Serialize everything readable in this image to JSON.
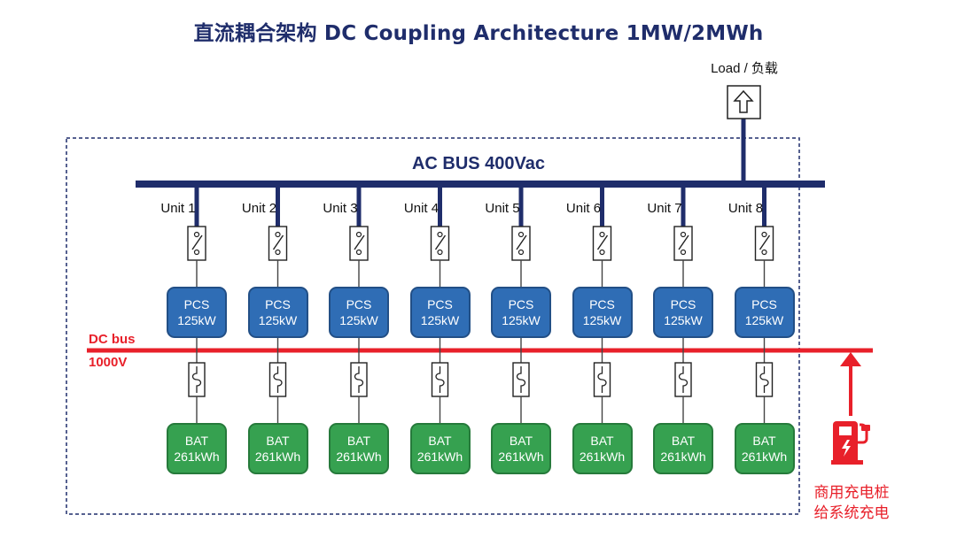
{
  "title": "直流耦合架构 DC Coupling Architecture 1MW/2MWh",
  "load_label": "Load / 负载",
  "ac_bus_label": "AC BUS 400Vac",
  "dc_bus": {
    "label_line1": "DC bus",
    "label_line2": "1000V"
  },
  "units": [
    {
      "label": "Unit 1",
      "pcs_name": "PCS",
      "pcs_rating": "125kW",
      "bat_name": "BAT",
      "bat_capacity": "261kWh"
    },
    {
      "label": "Unit 2",
      "pcs_name": "PCS",
      "pcs_rating": "125kW",
      "bat_name": "BAT",
      "bat_capacity": "261kWh"
    },
    {
      "label": "Unit 3",
      "pcs_name": "PCS",
      "pcs_rating": "125kW",
      "bat_name": "BAT",
      "bat_capacity": "261kWh"
    },
    {
      "label": "Unit 4",
      "pcs_name": "PCS",
      "pcs_rating": "125kW",
      "bat_name": "BAT",
      "bat_capacity": "261kWh"
    },
    {
      "label": "Unit 5",
      "pcs_name": "PCS",
      "pcs_rating": "125kW",
      "bat_name": "BAT",
      "bat_capacity": "261kWh"
    },
    {
      "label": "Unit 6",
      "pcs_name": "PCS",
      "pcs_rating": "125kW",
      "bat_name": "BAT",
      "bat_capacity": "261kWh"
    },
    {
      "label": "Unit 7",
      "pcs_name": "PCS",
      "pcs_rating": "125kW",
      "bat_name": "BAT",
      "bat_capacity": "261kWh"
    },
    {
      "label": "Unit 8",
      "pcs_name": "PCS",
      "pcs_rating": "125kW",
      "bat_name": "BAT",
      "bat_capacity": "261kWh"
    }
  ],
  "charger": {
    "line1": "商用充电桩",
    "line2": "给系统充电",
    "icon": "ev-charger-icon"
  },
  "colors": {
    "ac_bus": "#1f2d6b",
    "dc_bus": "#e8202a",
    "pcs": "#2f6db5",
    "bat": "#36a150",
    "boundary": "#1f2d6b"
  }
}
